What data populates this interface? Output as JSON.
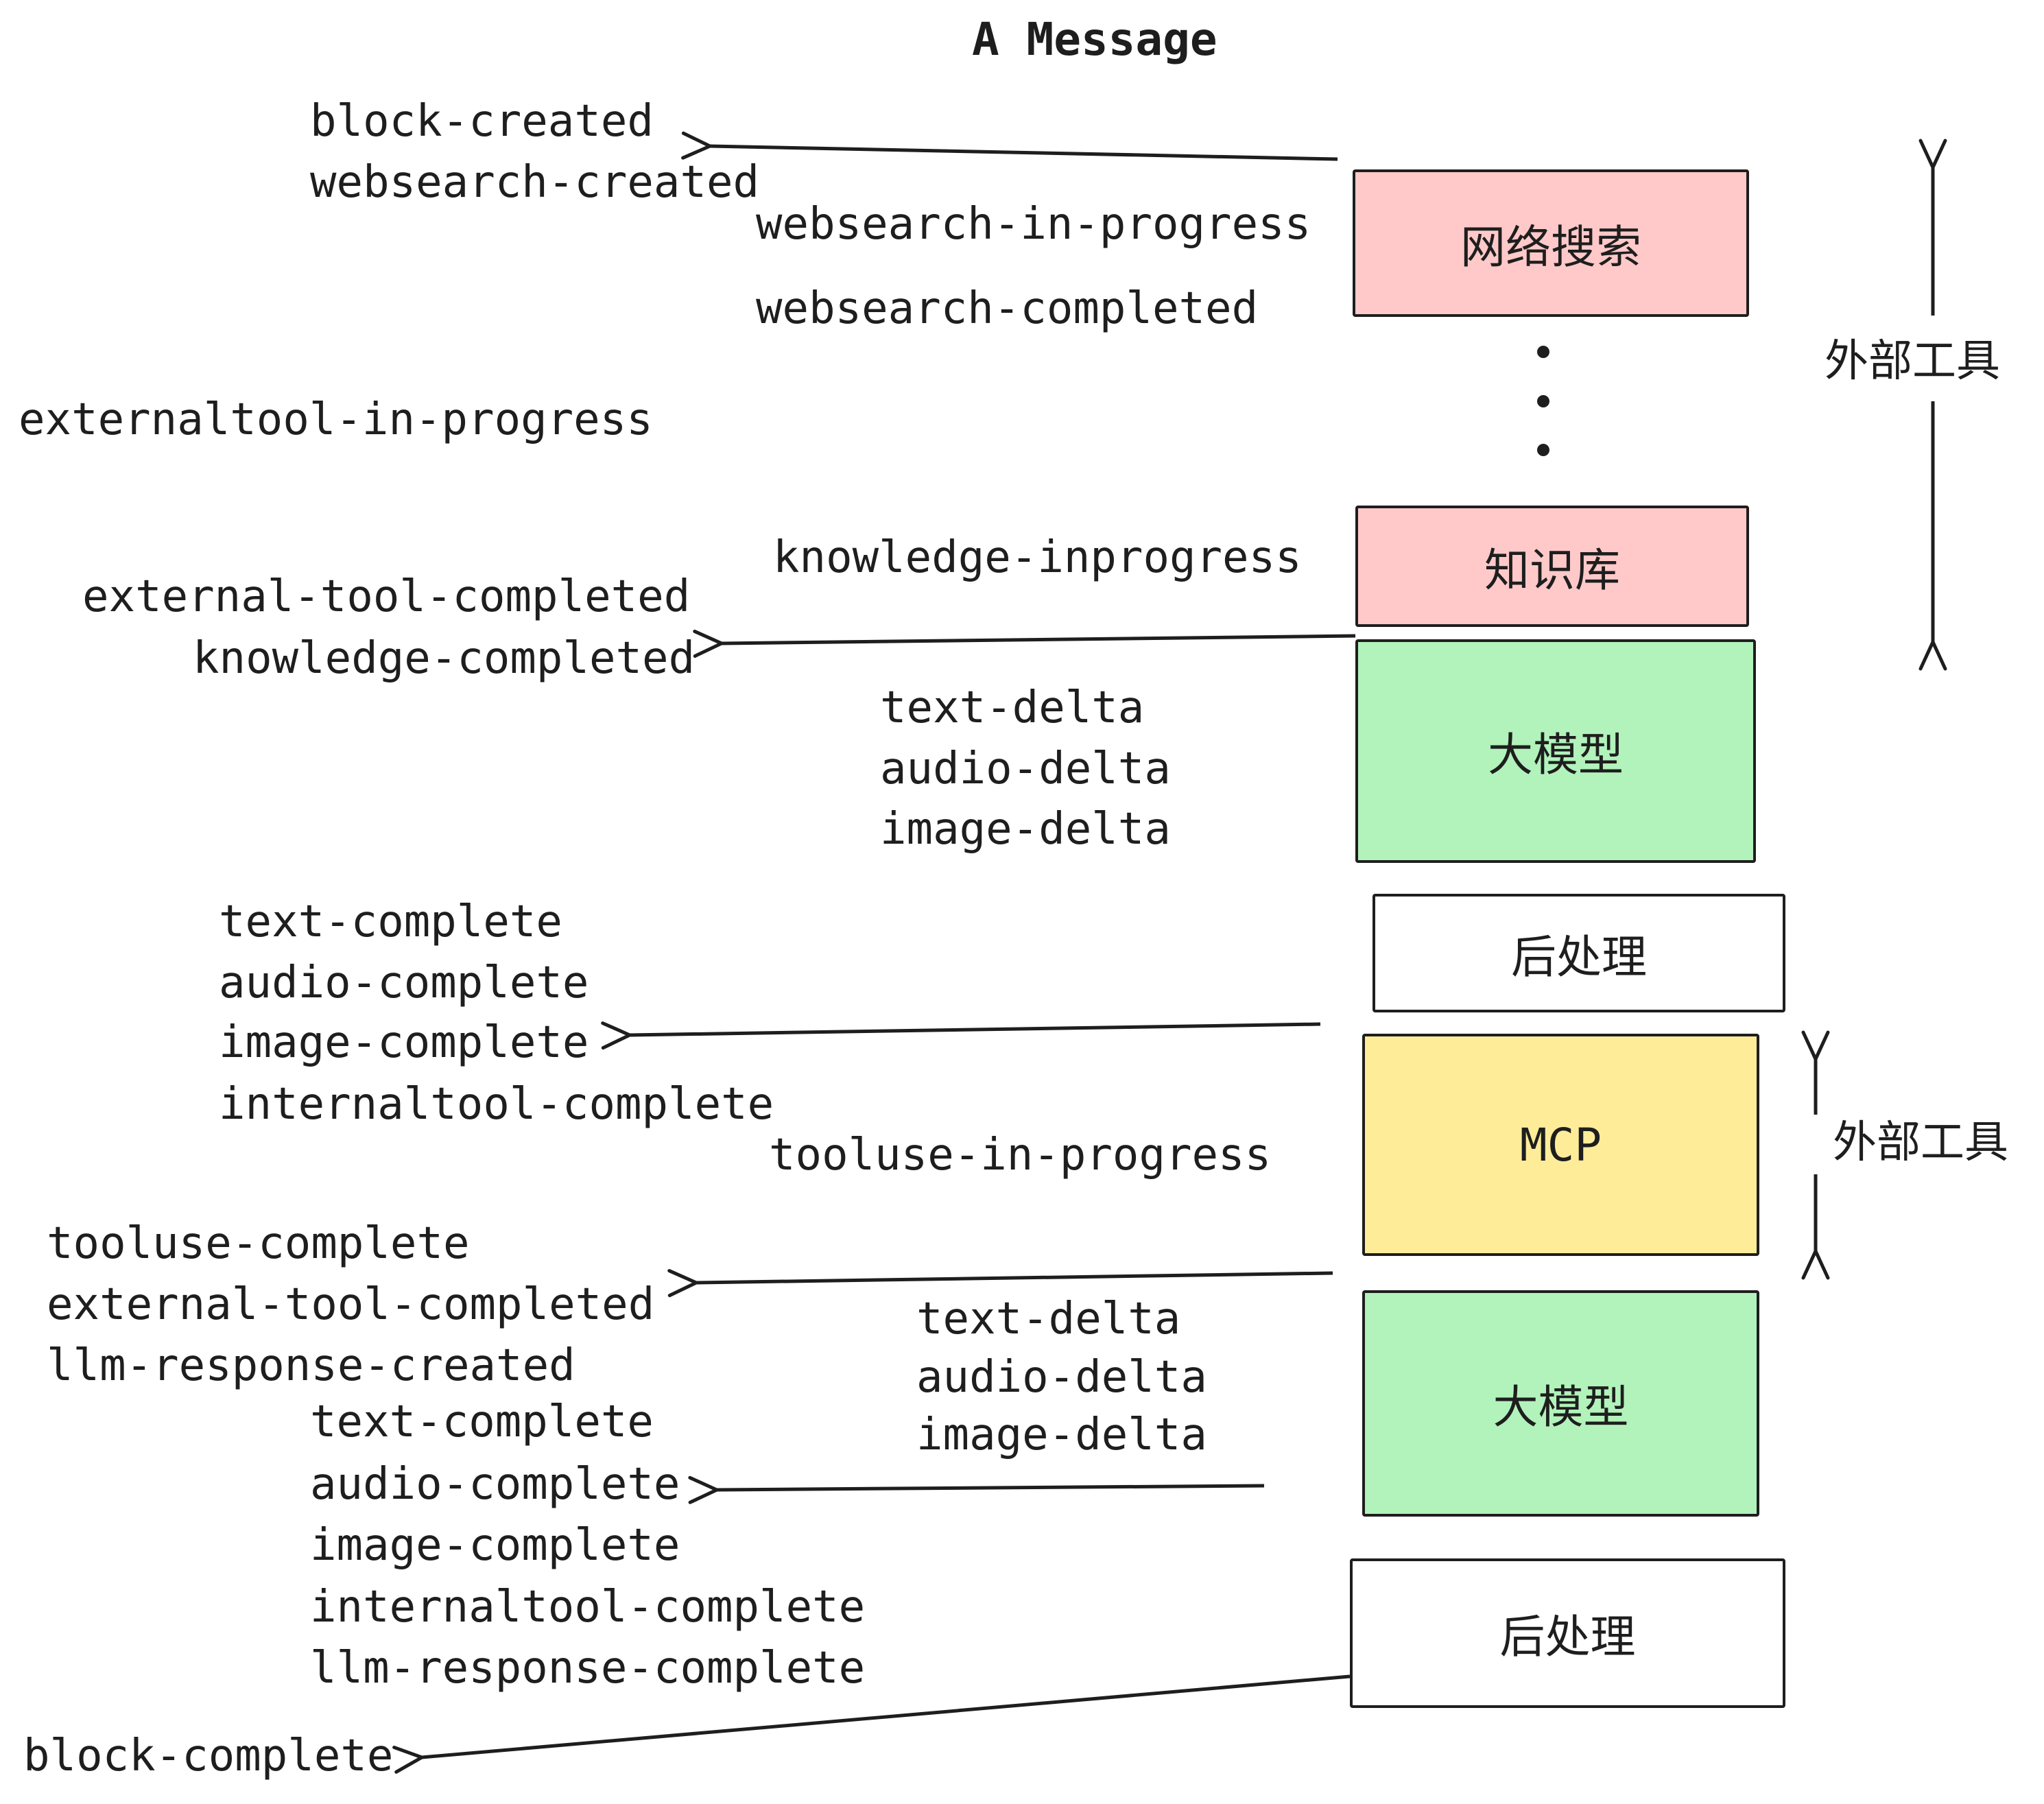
{
  "title": "A Message",
  "colors": {
    "pink": "#ffc9c9",
    "green": "#b2f2bb",
    "yellow": "#ffec99",
    "white": "#ffffff",
    "stroke": "#1e1e1e"
  },
  "events": {
    "block_created": "block-created",
    "websearch_created": "websearch-created",
    "websearch_in_progress": "websearch-in-progress",
    "websearch_completed": "websearch-completed",
    "externaltool_in_progress": "externaltool-in-progress",
    "knowledge_inprogress": "knowledge-inprogress",
    "external_tool_completed_1": "external-tool-completed",
    "knowledge_completed": "knowledge-completed",
    "text_delta_1": "text-delta",
    "audio_delta_1": "audio-delta",
    "image_delta_1": "image-delta",
    "text_complete_1": "text-complete",
    "audio_complete_1": "audio-complete",
    "image_complete_1": "image-complete",
    "internaltool_complete_1": "internaltool-complete",
    "tooluse_in_progress": "tooluse-in-progress",
    "tooluse_complete": "tooluse-complete",
    "external_tool_completed_2": "external-tool-completed",
    "llm_response_created": "llm-response-created",
    "text_delta_2": "text-delta",
    "audio_delta_2": "audio-delta",
    "image_delta_2": "image-delta",
    "text_complete_2": "text-complete",
    "audio_complete_2": "audio-complete",
    "image_complete_2": "image-complete",
    "internaltool_complete_2": "internaltool-complete",
    "llm_response_complete": "llm-response-complete",
    "block_complete": "block-complete"
  },
  "nodes": {
    "websearch": "网络搜索",
    "knowledge": "知识库",
    "llm_1": "大模型",
    "post_1": "后处理",
    "mcp": "MCP",
    "llm_2": "大模型",
    "post_2": "后处理"
  },
  "annotations": {
    "external_tools_top": "外部工具",
    "external_tools_mcp": "外部工具"
  }
}
